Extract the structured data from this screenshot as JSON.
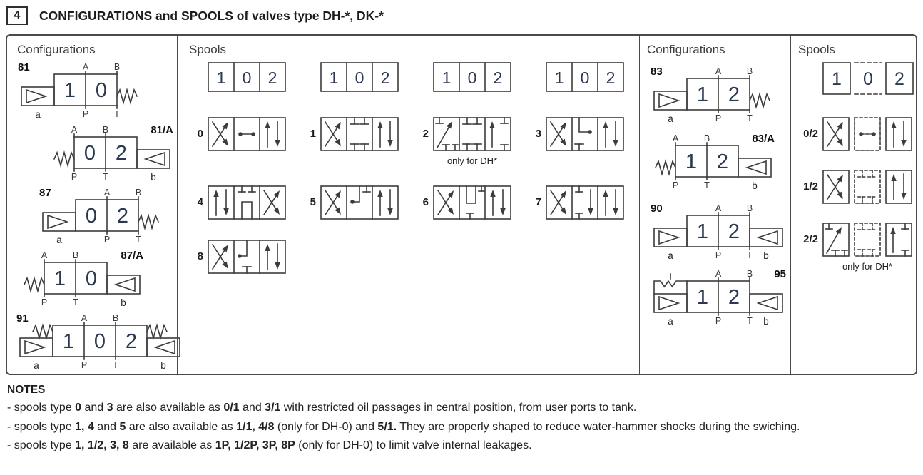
{
  "header": {
    "section_number": "4",
    "title": "CONFIGURATIONS and SPOOLS of valves type DH-*, DK-*"
  },
  "colors": {
    "line": "#3c3c3c",
    "digit": "#2c3850",
    "label": "#101010",
    "port": "#3a3a3a"
  },
  "panel": {
    "left_configurations": {
      "heading": "Configurations",
      "items": [
        {
          "id": "81",
          "label_side": "left",
          "boxes": [
            "1",
            "0"
          ],
          "left_actuator": {
            "type": "solenoid",
            "label": "a"
          },
          "right_actuator": {
            "type": "spring",
            "label": ""
          },
          "ports": {
            "A": 0.5,
            "B": 1,
            "P": 0.5,
            "T": 1
          }
        },
        {
          "id": "81/A",
          "label_side": "right",
          "boxes": [
            "0",
            "2"
          ],
          "left_actuator": {
            "type": "spring",
            "label": ""
          },
          "right_actuator": {
            "type": "solenoid",
            "label": "b"
          },
          "ports": {
            "A": 0,
            "B": 0.5,
            "P": 0,
            "T": 0.5
          }
        },
        {
          "id": "87",
          "label_side": "left",
          "boxes": [
            "0",
            "2"
          ],
          "left_actuator": {
            "type": "solenoid",
            "label": "a"
          },
          "right_actuator": {
            "type": "spring",
            "label": ""
          },
          "ports": {
            "A": 0.5,
            "B": 1,
            "P": 0.5,
            "T": 1
          }
        },
        {
          "id": "87/A",
          "label_side": "right",
          "boxes": [
            "1",
            "0"
          ],
          "left_actuator": {
            "type": "spring",
            "label": ""
          },
          "right_actuator": {
            "type": "solenoid",
            "label": "b"
          },
          "ports": {
            "A": 0,
            "B": 0.5,
            "P": 0,
            "T": 0.5
          }
        },
        {
          "id": "91",
          "label_side": "left",
          "boxes": [
            "1",
            "0",
            "2"
          ],
          "left_actuator": {
            "type": "spring-solenoid",
            "label": "a"
          },
          "right_actuator": {
            "type": "spring-solenoid",
            "label": "b"
          },
          "ports": {
            "A": 0.3333,
            "B": 0.6667,
            "P": 0.3333,
            "T": 0.6667
          }
        }
      ]
    },
    "main_spools": {
      "heading": "Spools",
      "position_labels": [
        "1",
        "0",
        "2"
      ],
      "rows": [
        [
          {
            "id": "0",
            "chambers": [
              "crossed-arrows",
              "bar-with-plugs",
              "parallel-arrows"
            ]
          },
          {
            "id": "1",
            "chambers": [
              "crossed-arrows",
              "blocked-ports",
              "parallel-arrows"
            ]
          },
          {
            "id": "2",
            "chambers": [
              "diagonal-arrow-blocked",
              "blocked-ports",
              "up-arrow-blocked"
            ],
            "caption": "only for DH*"
          },
          {
            "id": "3",
            "chambers": [
              "crossed-arrows",
              "bend-to-plug",
              "parallel-arrows"
            ]
          }
        ],
        [
          {
            "id": "4",
            "chambers": [
              "parallel-arrows",
              "bridge-bottom-blocked-top",
              "crossed-arrows"
            ]
          },
          {
            "id": "5",
            "chambers": [
              "crossed-arrows",
              "plug-bar-up-top-blocked",
              "parallel-arrows"
            ]
          },
          {
            "id": "6",
            "chambers": [
              "crossed-arrows",
              "u-bend-blocked",
              "parallel-arrows"
            ]
          },
          {
            "id": "7",
            "chambers": [
              "crossed-arrows",
              "center-blocked-down-arrow",
              "parallel-arrows"
            ]
          }
        ],
        [
          {
            "id": "8",
            "chambers": [
              "crossed-arrows",
              "plug-bar-up-bottom-blocked",
              "parallel-arrows"
            ]
          }
        ]
      ]
    },
    "right_configurations": {
      "heading": "Configurations",
      "items": [
        {
          "id": "83",
          "label_side": "left",
          "boxes": [
            "1",
            "2"
          ],
          "left_actuator": {
            "type": "solenoid",
            "label": "a"
          },
          "right_actuator": {
            "type": "spring",
            "label": ""
          },
          "ports": {
            "A": 0.5,
            "B": 1,
            "P": 0.5,
            "T": 1
          }
        },
        {
          "id": "83/A",
          "label_side": "right",
          "boxes": [
            "1",
            "2"
          ],
          "left_actuator": {
            "type": "spring",
            "label": ""
          },
          "right_actuator": {
            "type": "solenoid",
            "label": "b"
          },
          "ports": {
            "A": 0,
            "B": 0.5,
            "P": 0,
            "T": 0.5
          }
        },
        {
          "id": "90",
          "label_side": "left",
          "boxes": [
            "1",
            "2"
          ],
          "left_actuator": {
            "type": "solenoid",
            "label": "a"
          },
          "right_actuator": {
            "type": "solenoid",
            "label": "b"
          },
          "ports": {
            "A": 0.5,
            "B": 1,
            "P": 0.5,
            "T": 1
          }
        },
        {
          "id": "95",
          "label_side": "right",
          "boxes": [
            "1",
            "2"
          ],
          "left_actuator": {
            "type": "detent-solenoid",
            "label": "a"
          },
          "right_actuator": {
            "type": "solenoid",
            "label": "b"
          },
          "ports": {
            "A": 0.5,
            "B": 1,
            "P": 0.5,
            "T": 1
          }
        }
      ]
    },
    "right_spools": {
      "heading": "Spools",
      "position_labels": [
        "1",
        "0",
        "2"
      ],
      "dashed_middle": true,
      "rows": [
        {
          "id": "0/2",
          "chambers": [
            "crossed-arrows",
            "dashed-bar-with-plugs",
            "parallel-arrows"
          ]
        },
        {
          "id": "1/2",
          "chambers": [
            "crossed-arrows",
            "dashed-blocked-ports",
            "parallel-arrows"
          ]
        },
        {
          "id": "2/2",
          "chambers": [
            "diagonal-arrow-blocked",
            "dashed-blocked-ports",
            "up-arrow-blocked"
          ],
          "caption": "only for DH*"
        }
      ]
    }
  },
  "notes": {
    "heading": "NOTES",
    "items": [
      [
        {
          "t": "- spools type "
        },
        {
          "t": "0",
          "b": 1
        },
        {
          "t": " and "
        },
        {
          "t": "3",
          "b": 1
        },
        {
          "t": " are also available as "
        },
        {
          "t": "0/1",
          "b": 1
        },
        {
          "t": " and "
        },
        {
          "t": "3/1",
          "b": 1
        },
        {
          "t": " with restricted oil passages in central position, from user ports to tank."
        }
      ],
      [
        {
          "t": "- spools type "
        },
        {
          "t": "1, 4",
          "b": 1
        },
        {
          "t": " and "
        },
        {
          "t": "5",
          "b": 1
        },
        {
          "t": " are also available as "
        },
        {
          "t": "1/1, 4/8",
          "b": 1
        },
        {
          "t": " (only for DH-0) and "
        },
        {
          "t": "5/1.",
          "b": 1
        },
        {
          "t": " They are properly shaped to reduce water-hammer shocks during the swiching."
        }
      ],
      [
        {
          "t": "- spools type "
        },
        {
          "t": "1, 1/2, 3, 8",
          "b": 1
        },
        {
          "t": " are available as "
        },
        {
          "t": "1P, 1/2P, 3P, 8P",
          "b": 1
        },
        {
          "t": " (only for DH-0) to limit valve internal leakages."
        }
      ]
    ]
  }
}
